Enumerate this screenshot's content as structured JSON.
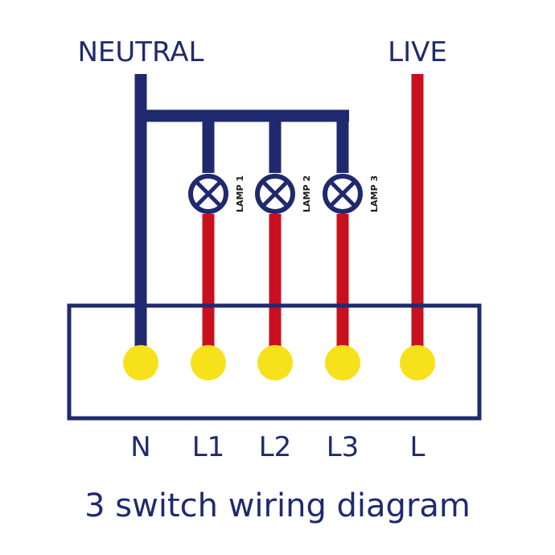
{
  "labels": {
    "neutral": "NEUTRAL",
    "live": "LIVE"
  },
  "lamps": [
    {
      "label": "LAMP 1"
    },
    {
      "label": "LAMP 2"
    },
    {
      "label": "LAMP 3"
    }
  ],
  "terminals": [
    {
      "label": "N"
    },
    {
      "label": "L1"
    },
    {
      "label": "L2"
    },
    {
      "label": "L3"
    },
    {
      "label": "L"
    }
  ],
  "caption": "3 switch wiring diagram",
  "colors": {
    "neutral_wire": "#1f2a6e",
    "live_wire": "#c8101e",
    "terminal": "#f7e11b",
    "switch_box_outline": "#1f2a6e",
    "lamp_symbol": "#1f2a6e",
    "background": "#ffffff"
  }
}
